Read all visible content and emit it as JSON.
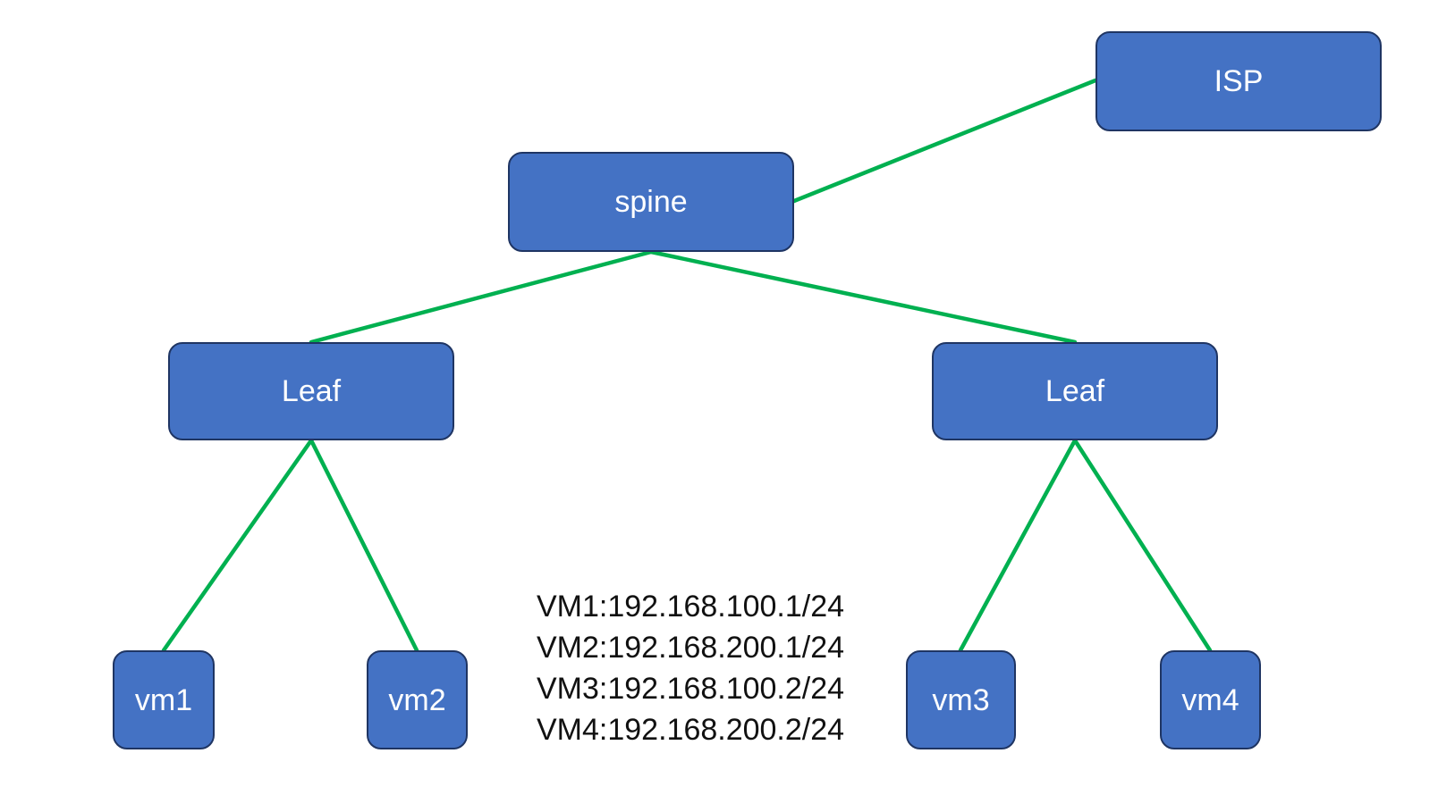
{
  "colors": {
    "node_fill": "#4472c4",
    "node_border": "#1f3563",
    "link": "#00b050",
    "text": "#111111"
  },
  "nodes": {
    "isp": "ISP",
    "spine": "spine",
    "leaf1": "Leaf",
    "leaf2": "Leaf",
    "vm1": "vm1",
    "vm2": "vm2",
    "vm3": "vm3",
    "vm4": "vm4"
  },
  "ip_assignments": [
    "VM1:192.168.100.1/24",
    "VM2:192.168.200.1/24",
    "VM3:192.168.100.2/24",
    "VM4:192.168.200.2/24"
  ],
  "links": [
    [
      "spine",
      "isp"
    ],
    [
      "spine",
      "leaf1"
    ],
    [
      "spine",
      "leaf2"
    ],
    [
      "leaf1",
      "vm1"
    ],
    [
      "leaf1",
      "vm2"
    ],
    [
      "leaf2",
      "vm3"
    ],
    [
      "leaf2",
      "vm4"
    ]
  ]
}
